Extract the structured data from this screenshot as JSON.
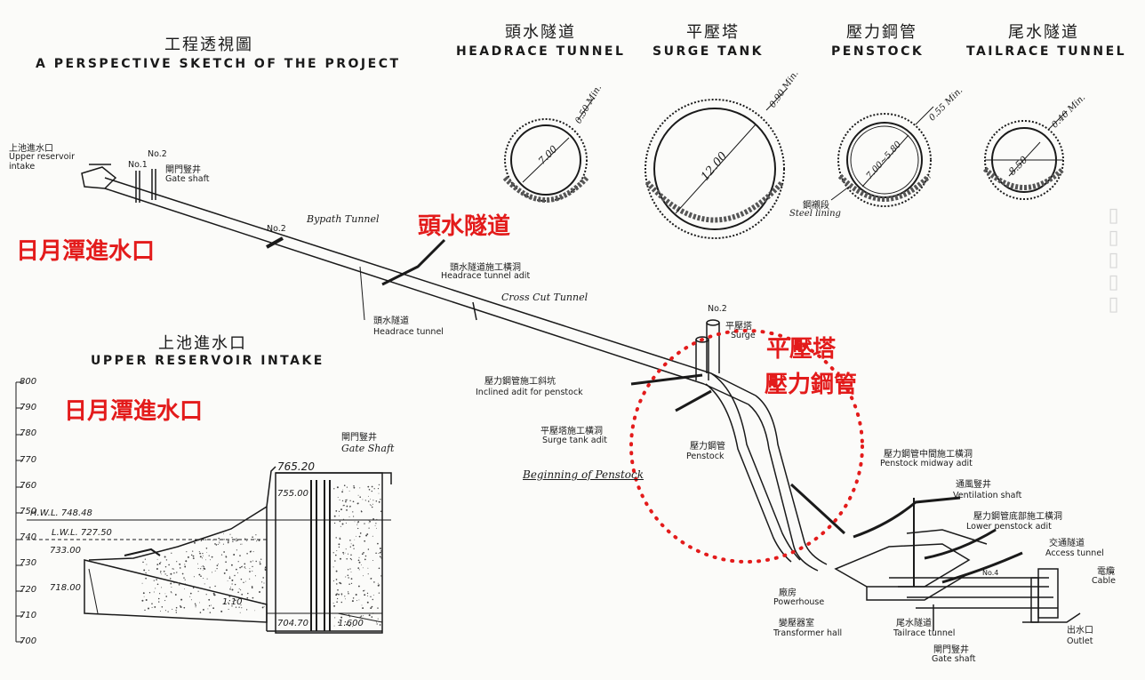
{
  "title": {
    "zh": "工程透視圖",
    "en": "A PERSPECTIVE SKETCH OF THE PROJECT"
  },
  "cross_sections": [
    {
      "zh": "頭水隧道",
      "en": "HEADRACE TUNNEL",
      "diameter": "7.00",
      "thickness": "0.50 Min."
    },
    {
      "zh": "平壓塔",
      "en": "SURGE TANK",
      "diameter": "12.00",
      "thickness": "0.90 Min."
    },
    {
      "zh": "壓力鋼管",
      "en": "PENSTOCK",
      "diameter": "7.00~5.80",
      "thickness": "0.55 Min.",
      "lining_zh": "鋼襯段",
      "lining_en": "Steel lining"
    },
    {
      "zh": "尾水隧道",
      "en": "TAILRACE TUNNEL",
      "diameter": "8.50",
      "thickness": "0.40 Min."
    }
  ],
  "intake": {
    "title_zh": "上池進水口",
    "title_en": "UPPER RESERVOIR INTAKE"
  },
  "red_labels": {
    "sun_moon_1": "日月潭進水口",
    "sun_moon_2": "日月潭進水口",
    "headrace": "頭水隧道",
    "surge": "平壓塔",
    "penstock": "壓力鋼管"
  },
  "labels": {
    "upper_intake_zh": "上池進水口",
    "upper_intake_en1": "Upper reservoir",
    "upper_intake_en2": "intake",
    "no1": "No.1",
    "no2": "No.2",
    "gate_shaft_zh": "閘門豎井",
    "gate_shaft_en": "Gate shaft",
    "bypath_no": "No.2",
    "bypath": "Bypath Tunnel",
    "headrace_adit_zh": "頭水隧道施工橫洞",
    "headrace_adit_en": "Headrace tunnel adit",
    "crosscut": "Cross Cut Tunnel",
    "headrace_zh": "頭水隧道",
    "headrace_en": "Headrace tunnel",
    "surge_no": "No.2",
    "surge_zh": "平壓塔",
    "surge_en": "Surge",
    "incl_adit_zh": "壓力鋼管施工斜坑",
    "incl_adit_en": "Inclined adit for penstock",
    "surge_adit_zh": "平壓塔施工橫洞",
    "surge_adit_en": "Surge tank adit",
    "beginning": "Beginning of Penstock",
    "penstock_zh": "壓力鋼管",
    "penstock_en": "Penstock",
    "midway_zh": "壓力鋼管中間施工橫洞",
    "midway_en": "Penstock midway adit",
    "vent_zh": "通風豎井",
    "vent_en": "Ventilation shaft",
    "lower_zh": "壓力鋼管底部施工橫洞",
    "lower_en": "Lower penstock adit",
    "access_zh": "交通隧道",
    "access_en": "Access tunnel",
    "cable_zh": "電纜",
    "cable_en": "Cable",
    "powerhouse_zh": "廠房",
    "powerhouse_en": "Powerhouse",
    "transformer_zh": "變壓器室",
    "transformer_en": "Transformer hall",
    "tailrace_zh": "尾水隧道",
    "tailrace_en": "Tailrace tunnel",
    "outlet_zh": "出水口",
    "outlet_en": "Outlet",
    "gate2_zh": "閘門豎井",
    "gate2_en": "Gate shaft",
    "no4": "No.4"
  },
  "intake_section": {
    "scale_ticks": [
      "800",
      "790",
      "780",
      "770",
      "760",
      "750",
      "740",
      "730",
      "720",
      "710",
      "700"
    ],
    "hwl": "H.W.L. 748.48",
    "lwl": "L.W.L. 727.50",
    "el733": "733.00",
    "el718": "718.00",
    "el7652": "765.20",
    "el755": "755.00",
    "el7047": "704.70",
    "slope1": "1:10",
    "slope2": "1:600",
    "gate_zh": "閘門豎井",
    "gate_en": "Gate Shaft"
  },
  "colors": {
    "ink": "#1a1a1a",
    "red": "#e31b1b",
    "paper": "#fbfbf9"
  }
}
